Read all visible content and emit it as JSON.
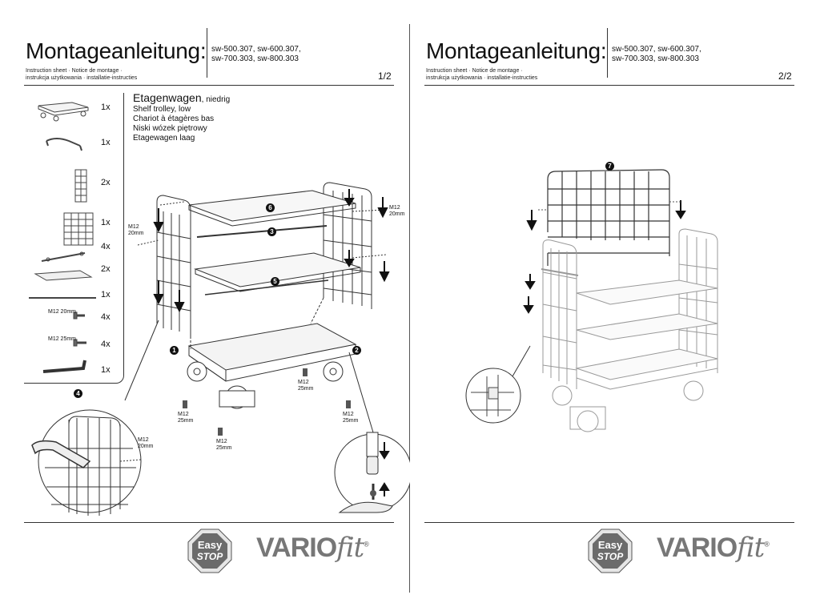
{
  "header": {
    "title": "Montageanleitung:",
    "models_line1": "sw-500.307, sw-600.307,",
    "models_line2": "sw-700.303, sw-800.303",
    "sub_line1": "Instruction sheet · Notice de montage ·",
    "sub_line2": "instrukcja użytkowania · installatie-instructies"
  },
  "page1": {
    "page_number": "1/2"
  },
  "page2": {
    "page_number": "2/2"
  },
  "product": {
    "name": "Etagenwagen",
    "name_suffix": ", niedrig",
    "en": "Shelf trolley, low",
    "fr": "Chariot à étagères bas",
    "pl": "Niski wózek piętrowy",
    "nl": "Etagewagen laag"
  },
  "parts": [
    {
      "qty": "1x",
      "label": ""
    },
    {
      "qty": "1x",
      "label": ""
    },
    {
      "qty": "2x",
      "label": ""
    },
    {
      "qty": "1x",
      "label": ""
    },
    {
      "qty": "4x",
      "label": ""
    },
    {
      "qty": "2x",
      "label": ""
    },
    {
      "qty": "1x",
      "label": ""
    },
    {
      "qty": "4x",
      "label": "M12 20mm"
    },
    {
      "qty": "4x",
      "label": "M12 25mm"
    },
    {
      "qty": "1x",
      "label": ""
    }
  ],
  "screw_labels": {
    "m12_20_a": "M12",
    "m12_20_a2": "20mm",
    "m12_20_b": "M12",
    "m12_20_b2": "20mm",
    "m12_20_c": "M12",
    "m12_20_c2": "20mm",
    "m12_25_a": "M12",
    "m12_25_a2": "25mm",
    "m12_25_b": "M12",
    "m12_25_b2": "25mm",
    "m12_25_c": "M12",
    "m12_25_c2": "25mm",
    "m12_25_d": "M12",
    "m12_25_d2": "25mm"
  },
  "steps": {
    "s1": "1",
    "s2": "2",
    "s3": "3",
    "s4": "4",
    "s5": "5",
    "s6": "6",
    "s7": "7"
  },
  "logos": {
    "stop_line1": "Easy",
    "stop_line2": "STOP",
    "vario": "VARIO",
    "fit": "fit",
    "reg": "®"
  },
  "colors": {
    "ink": "#111111",
    "logo_gray": "#777777",
    "stop_gray": "#6b6b6b",
    "faded": "#888888"
  }
}
